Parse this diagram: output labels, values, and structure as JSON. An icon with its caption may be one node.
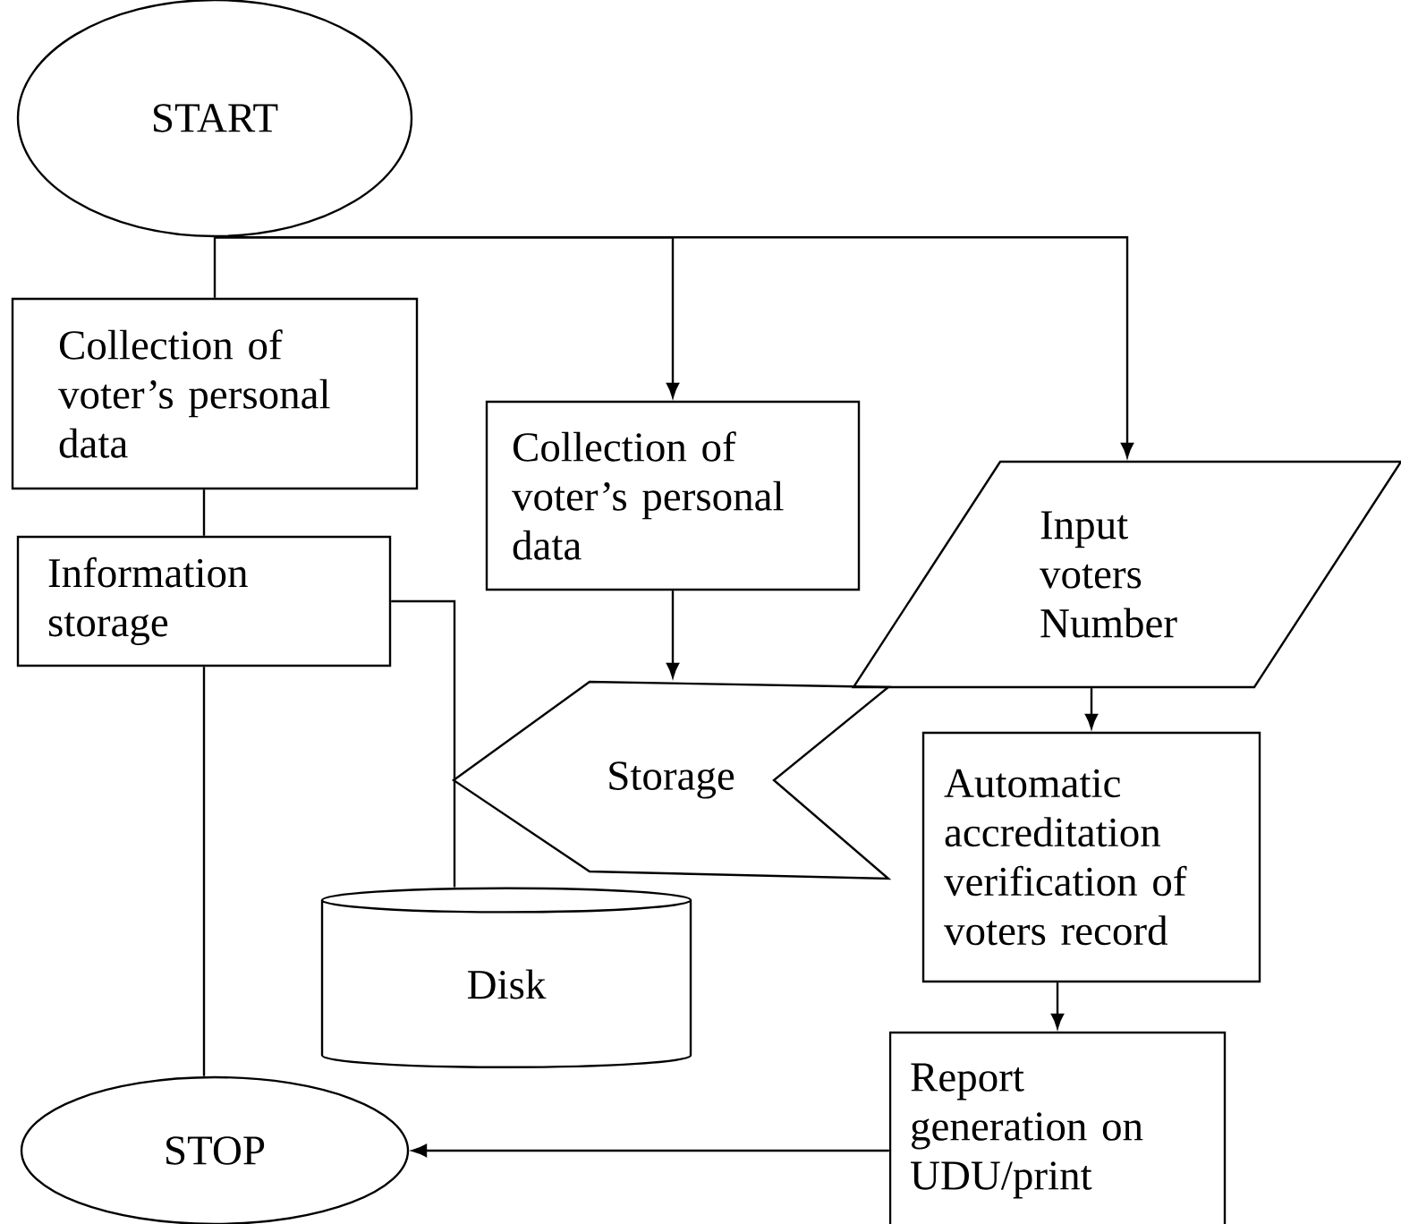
{
  "diagram": {
    "nodes": [
      {
        "text": [
          "START"
        ]
      },
      {
        "text": [
          "Collection of voter’s personal data"
        ]
      },
      {
        "text": [
          "Information storage"
        ]
      },
      {
        "text": [
          "Collection of voter’s personal data"
        ]
      },
      {
        "text": [
          "Input voters Number"
        ]
      },
      {
        "text": [
          "Storage"
        ]
      },
      {
        "text": [
          "Automatic accreditation verification of voters record"
        ]
      },
      {
        "text": [
          "Disk"
        ]
      },
      {
        "text": [
          "STOP"
        ]
      },
      {
        "text": [
          "Report generation on UDU/print"
        ]
      }
    ],
    "edges": [
      {
        "from": 0,
        "to": 1,
        "arrow": "none"
      },
      {
        "from": 0,
        "to": 3,
        "arrow": "to"
      },
      {
        "from": 0,
        "to": 4,
        "arrow": "to"
      },
      {
        "from": 1,
        "to": 2,
        "arrow": "none"
      },
      {
        "from": 2,
        "to": 8,
        "arrow": "none"
      },
      {
        "from": 2,
        "to": 7,
        "arrow": "none"
      },
      {
        "from": 3,
        "to": 5,
        "arrow": "to"
      },
      {
        "from": 4,
        "to": 6,
        "arrow": "to"
      },
      {
        "from": 6,
        "to": 9,
        "arrow": "to"
      },
      {
        "from": 9,
        "to": 8,
        "arrow": "to"
      }
    ]
  }
}
